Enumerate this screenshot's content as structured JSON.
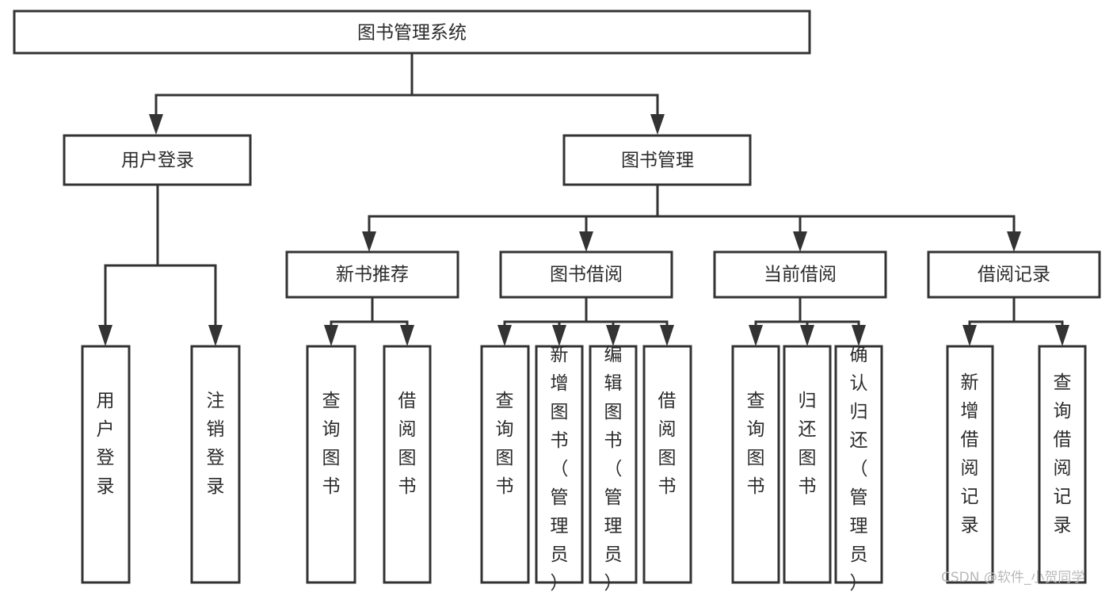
{
  "diagram": {
    "title": "图书管理系统",
    "type": "tree",
    "watermark": "CSDN @软件_小贺同学",
    "colors": {
      "stroke": "#333333",
      "fill": "#ffffff",
      "text": "#2b2b2b",
      "watermark": "#b9b9b9",
      "background": "#ffffff"
    },
    "root": {
      "label": "图书管理系统"
    },
    "level1": [
      {
        "label": "用户登录"
      },
      {
        "label": "图书管理"
      }
    ],
    "level2": [
      {
        "label": "新书推荐"
      },
      {
        "label": "图书借阅"
      },
      {
        "label": "当前借阅"
      },
      {
        "label": "借阅记录"
      }
    ],
    "leaves": {
      "user_login": [
        {
          "label": "用户登录"
        },
        {
          "label": "注销登录"
        }
      ],
      "new_book_recommend": [
        {
          "label": "查询图书"
        },
        {
          "label": "借阅图书"
        }
      ],
      "book_borrow": [
        {
          "label": "查询图书"
        },
        {
          "label": "新增图书（管理员）"
        },
        {
          "label": "编辑图书（管理员）"
        },
        {
          "label": "借阅图书"
        }
      ],
      "current_borrow": [
        {
          "label": "查询图书"
        },
        {
          "label": "归还图书"
        },
        {
          "label": "确认归还（管理员）"
        }
      ],
      "borrow_record": [
        {
          "label": "新增借阅记录"
        },
        {
          "label": "查询借阅记录"
        }
      ]
    }
  }
}
